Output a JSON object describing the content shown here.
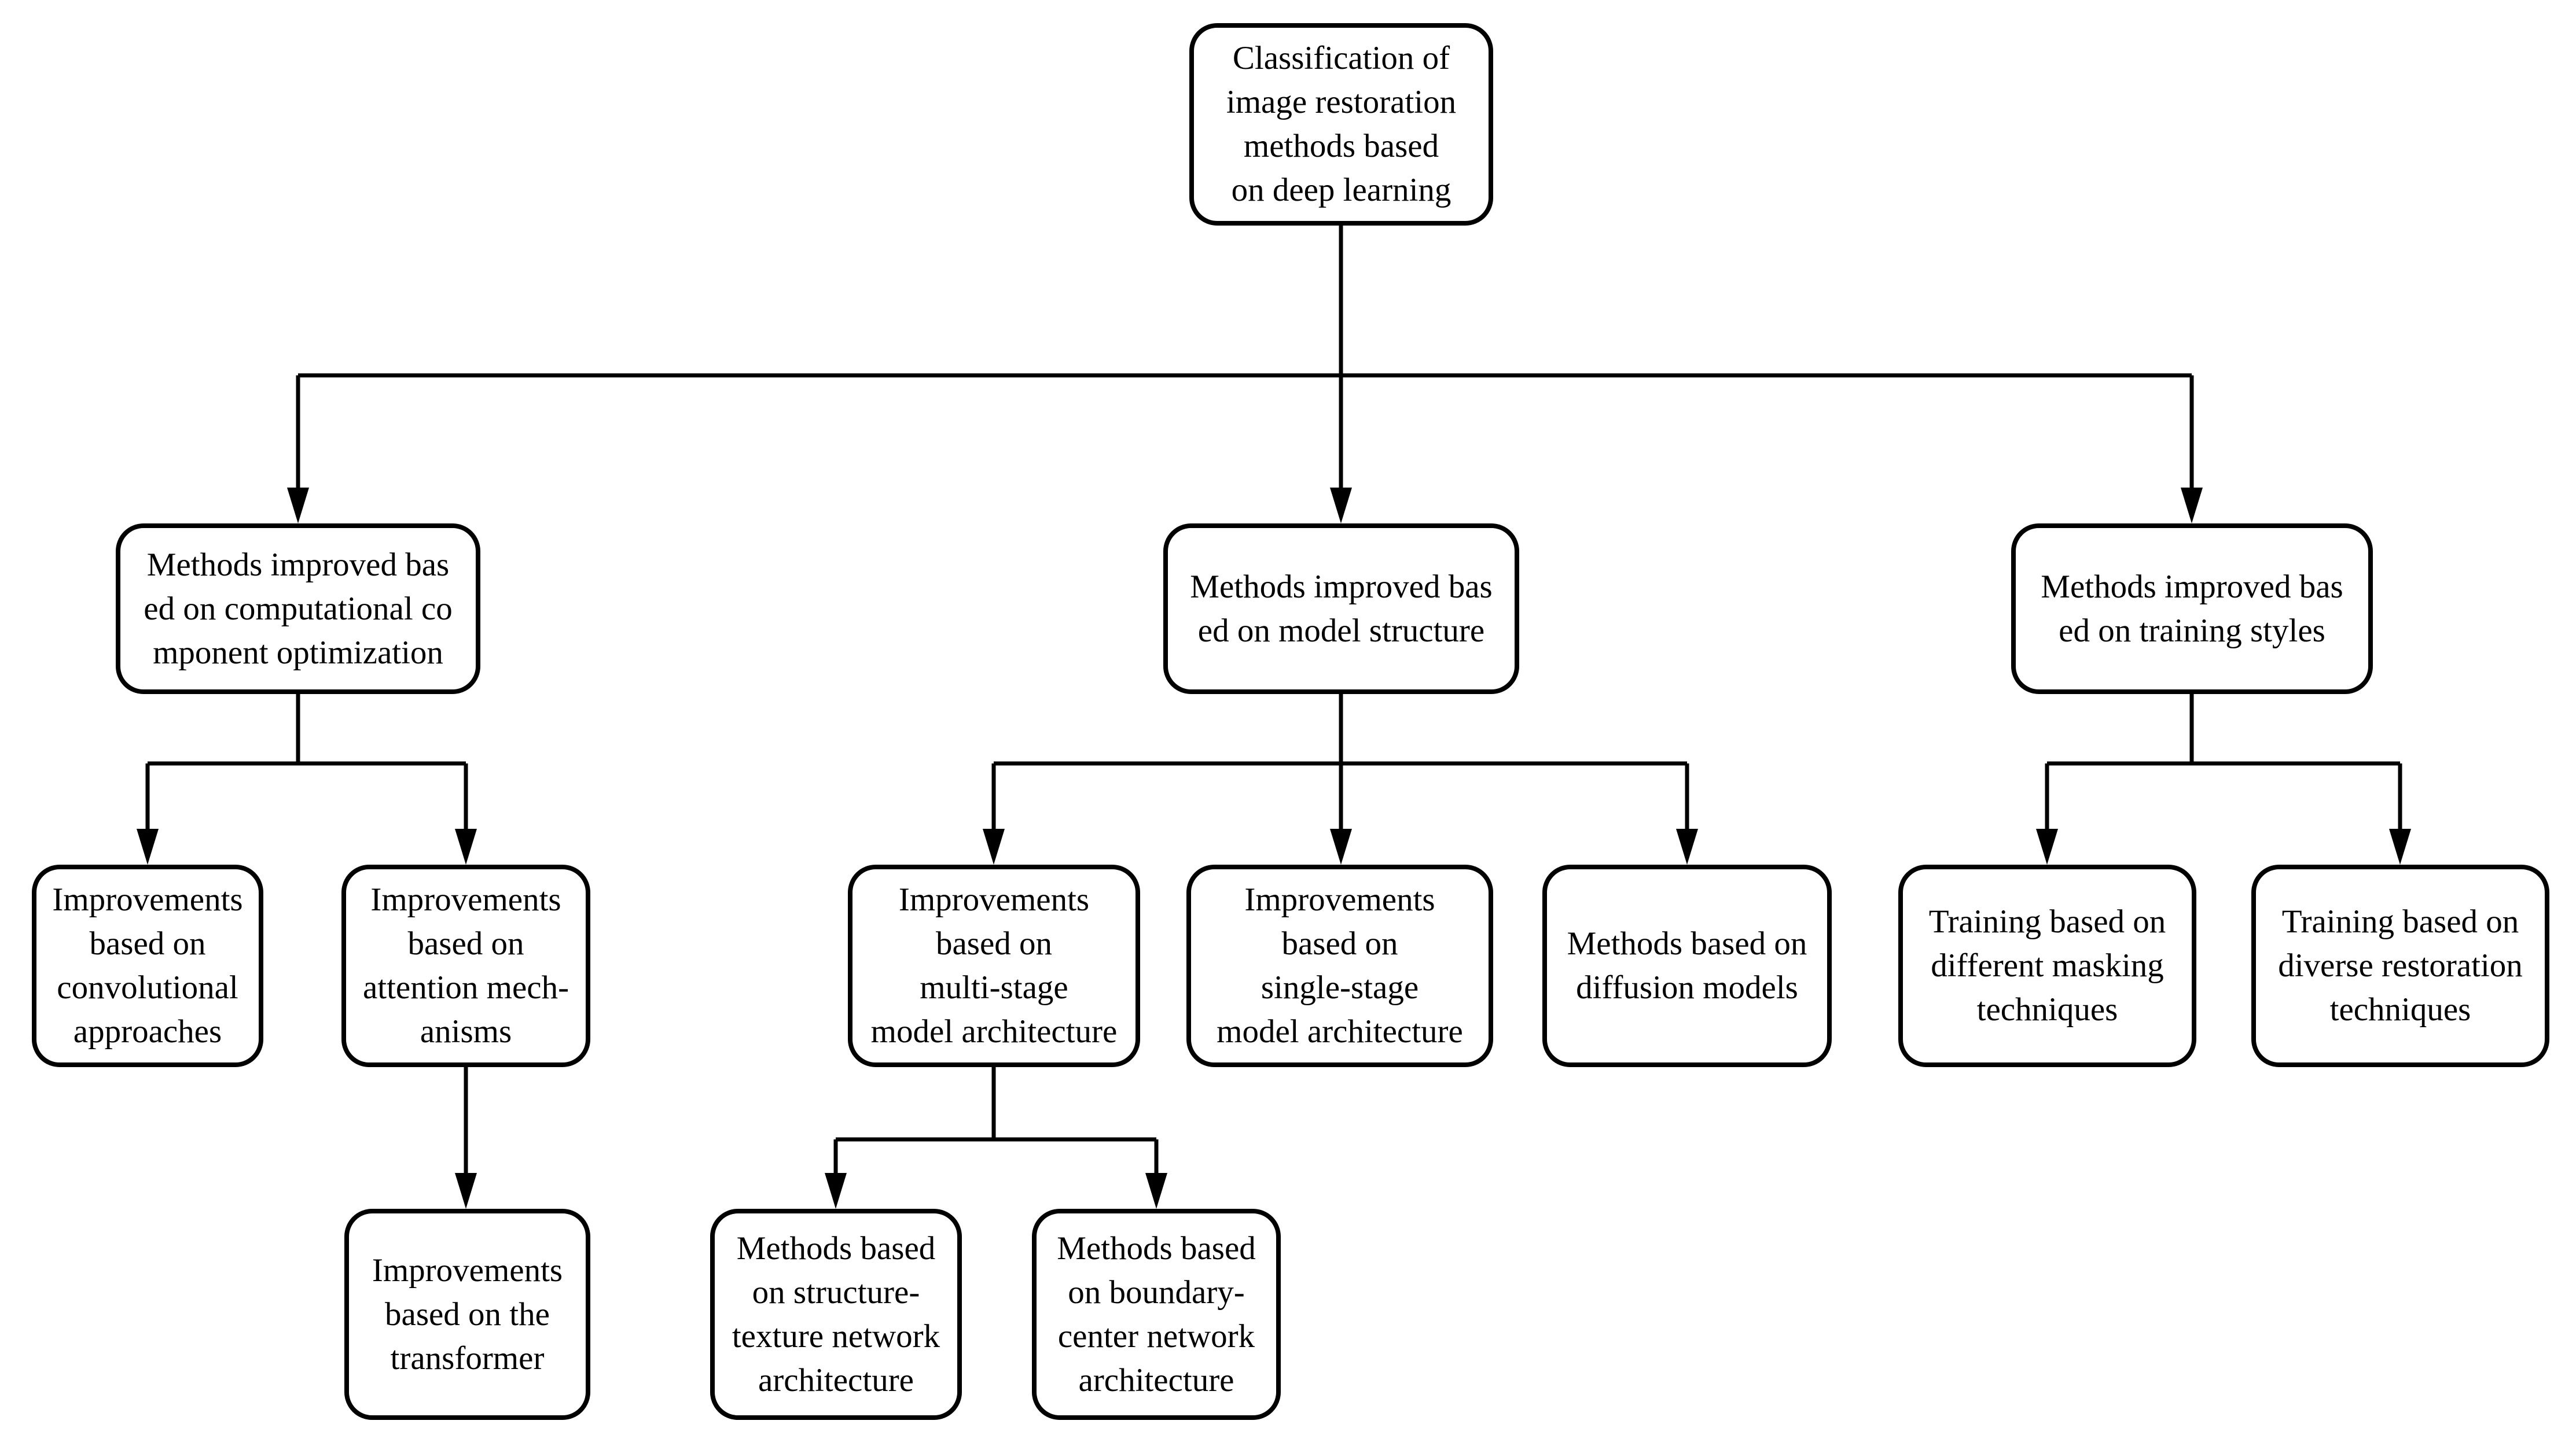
{
  "figure": {
    "type": "flowchart-tree",
    "colors": {
      "line": "#000000",
      "background": "#ffffff",
      "text": "#000000"
    },
    "nodes": {
      "root": {
        "label": "Classification of\nimage restoration\nmethods based\non deep learning"
      },
      "computational": {
        "label": "Methods improved bas\ned on computational co\nmponent optimization"
      },
      "model_structure": {
        "label": "Methods improved bas\ned on model structure"
      },
      "training_styles": {
        "label": "Methods improved bas\ned on training styles"
      },
      "convolutional": {
        "label": "Improvements\nbased on\nconvolutional\napproaches"
      },
      "attention": {
        "label": "Improvements\nbased on\nattention mech-\nanisms"
      },
      "multi_stage": {
        "label": "Improvements\nbased on\nmulti-stage\nmodel architecture"
      },
      "single_stage": {
        "label": "Improvements\nbased on\nsingle-stage\nmodel architecture"
      },
      "diffusion": {
        "label": "Methods based on\ndiffusion models"
      },
      "masking": {
        "label": "Training based on\ndifferent masking\ntechniques"
      },
      "restoration": {
        "label": "Training based on\ndiverse restoration\ntechniques"
      },
      "transformer": {
        "label": "Improvements\nbased on the\ntransformer"
      },
      "structure_texture": {
        "label": "Methods based\non structure-\ntexture network\narchitecture"
      },
      "boundary_center": {
        "label": "Methods based\non boundary-\ncenter network\narchitecture"
      }
    },
    "edges": [
      {
        "from": "root",
        "to": "computational"
      },
      {
        "from": "root",
        "to": "model_structure"
      },
      {
        "from": "root",
        "to": "training_styles"
      },
      {
        "from": "computational",
        "to": "convolutional"
      },
      {
        "from": "computational",
        "to": "attention"
      },
      {
        "from": "attention",
        "to": "transformer"
      },
      {
        "from": "model_structure",
        "to": "multi_stage"
      },
      {
        "from": "model_structure",
        "to": "single_stage"
      },
      {
        "from": "model_structure",
        "to": "diffusion"
      },
      {
        "from": "multi_stage",
        "to": "structure_texture"
      },
      {
        "from": "multi_stage",
        "to": "boundary_center"
      },
      {
        "from": "training_styles",
        "to": "masking"
      },
      {
        "from": "training_styles",
        "to": "restoration"
      }
    ]
  }
}
